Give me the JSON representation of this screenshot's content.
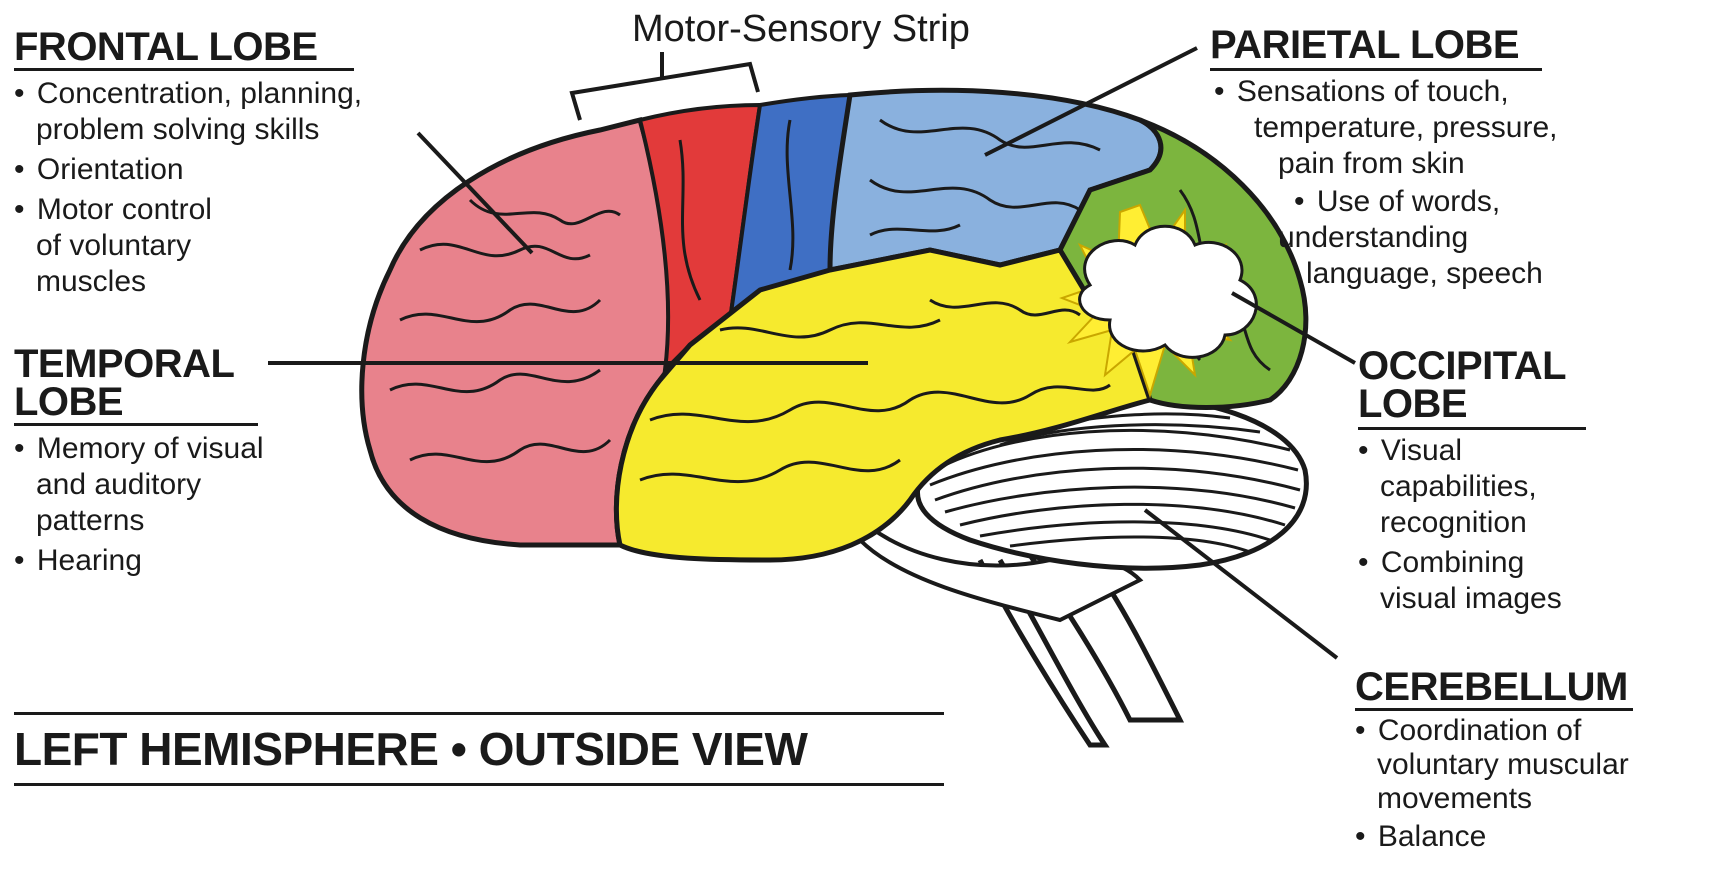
{
  "motor_sensory_strip": {
    "label": "Motor-Sensory Strip"
  },
  "frontal": {
    "heading": "FRONTAL LOBE",
    "bullets": [
      {
        "line1": "Concentration, planning,",
        "line2": "problem solving skills",
        "line3": ""
      },
      {
        "line1": "Orientation",
        "line2": "",
        "line3": ""
      },
      {
        "line1": "Motor control",
        "line2": "of voluntary",
        "line3": "muscles"
      }
    ]
  },
  "temporal": {
    "heading_line1": "TEMPORAL",
    "heading_line2": "LOBE",
    "bullets": [
      {
        "line1": "Memory of visual",
        "line2": "and auditory",
        "line3": "patterns"
      },
      {
        "line1": "Hearing",
        "line2": "",
        "line3": ""
      }
    ]
  },
  "parietal": {
    "heading": "PARIETAL LOBE",
    "bullets": [
      {
        "line1": "Sensations of touch,",
        "line2": "temperature, pressure,",
        "line3": "pain from skin"
      },
      {
        "line1": "Use of words,",
        "line2": "understanding",
        "line3": "language, speech"
      }
    ]
  },
  "occipital": {
    "heading_line1": "OCCIPITAL",
    "heading_line2": "LOBE",
    "bullets": [
      {
        "line1": "Visual",
        "line2": "capabilities,",
        "line3": "recognition"
      },
      {
        "line1": "Combining",
        "line2": "visual  images",
        "line3": ""
      }
    ]
  },
  "cerebellum": {
    "heading": "CEREBELLUM",
    "bullets": [
      {
        "line1": "Coordination of",
        "line2": "voluntary muscular",
        "line3": "movements"
      },
      {
        "line1": "Balance",
        "line2": "",
        "line3": ""
      }
    ]
  },
  "footer": {
    "title": "LEFT HEMISPHERE • OUTSIDE VIEW"
  },
  "colors": {
    "frontal": "#e8828c",
    "motor": "#e23a3a",
    "sensory": "#3f6fc4",
    "parietal": "#8ab1de",
    "temporal": "#f6ea2e",
    "occipital": "#7cb53e",
    "cerebellum": "#ffffff",
    "outline": "#1a1a1a"
  }
}
